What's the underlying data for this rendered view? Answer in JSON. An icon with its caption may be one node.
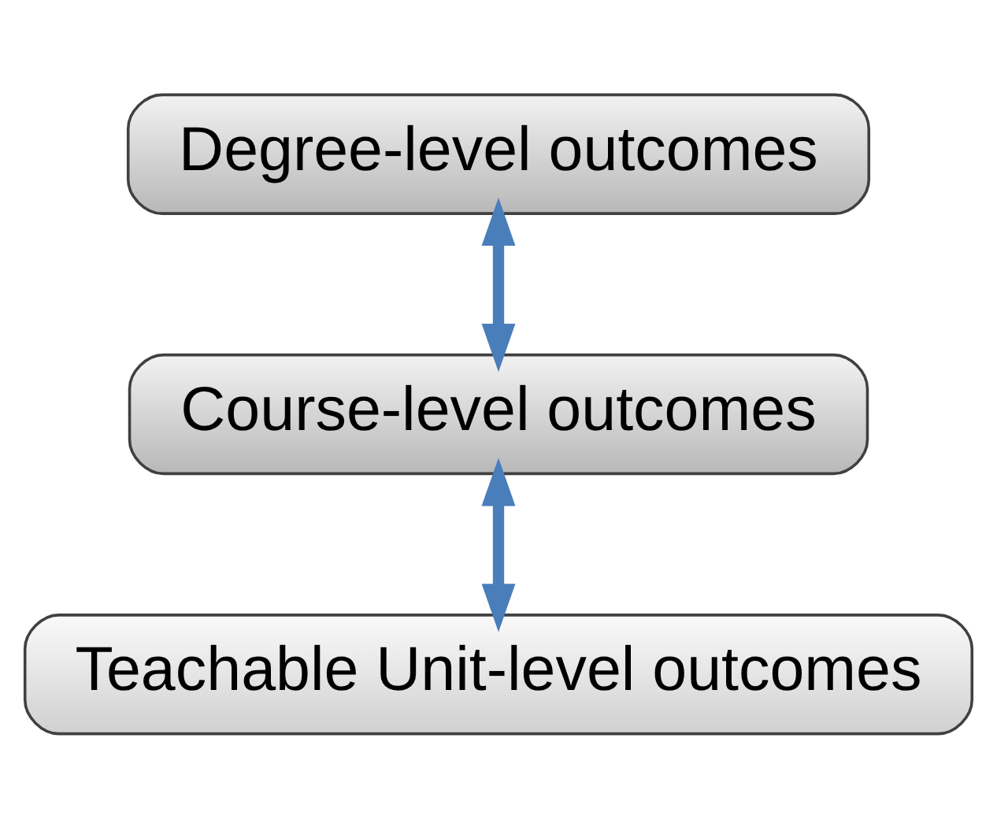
{
  "diagram": {
    "nodes": [
      {
        "text": [
          "Degree-level outcomes"
        ]
      },
      {
        "text": [
          "Course-level outcomes"
        ]
      },
      {
        "text": [
          "Teachable Unit-level outcomes"
        ]
      }
    ],
    "edges": [
      {
        "from": 0,
        "to": 1,
        "arrow": "both"
      },
      {
        "from": 1,
        "to": 2,
        "arrow": "both"
      }
    ]
  }
}
